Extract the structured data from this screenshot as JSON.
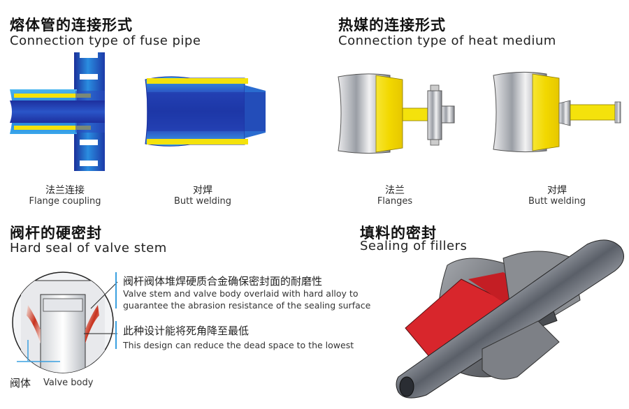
{
  "fuse_pipe": {
    "title_cn": "熔体管的连接形式",
    "title_en": "Connection type of fuse pipe",
    "flange": {
      "cn": "法兰连接",
      "en": "Flange coupling"
    },
    "butt": {
      "cn": "对焊",
      "en": "Butt welding"
    }
  },
  "heat_medium": {
    "title_cn": "热媒的连接形式",
    "title_en": "Connection type of heat medium",
    "flange": {
      "cn": "法兰",
      "en": "Flanges"
    },
    "butt": {
      "cn": "对焊",
      "en": "Butt welding"
    }
  },
  "valve_stem": {
    "title_cn": "阀杆的硬密封",
    "title_en": "Hard seal of valve stem",
    "note1_cn": "阀杆阀体堆焊硬质合金确保密封面的耐磨性",
    "note1_en_line1": "Valve stem and valve body overlaid with hard alloy to",
    "note1_en_line2": "guarantee the abrasion resistance of the sealing surface",
    "note2_cn": "此种设计能将死角降至最低",
    "note2_en": "This design can reduce the dead space to the lowest",
    "body_cn": "阀体",
    "body_en": "Valve body"
  },
  "fillers": {
    "title_cn": "填料的密封",
    "title_en": "Sealing of fillers"
  },
  "colors": {
    "blue_dark": "#1a2f9a",
    "blue_light": "#2aa0e8",
    "yellow": "#f4e20c",
    "red": "#d8262c",
    "steel": "#9a9ea5",
    "callout": "#3aa0e0"
  }
}
